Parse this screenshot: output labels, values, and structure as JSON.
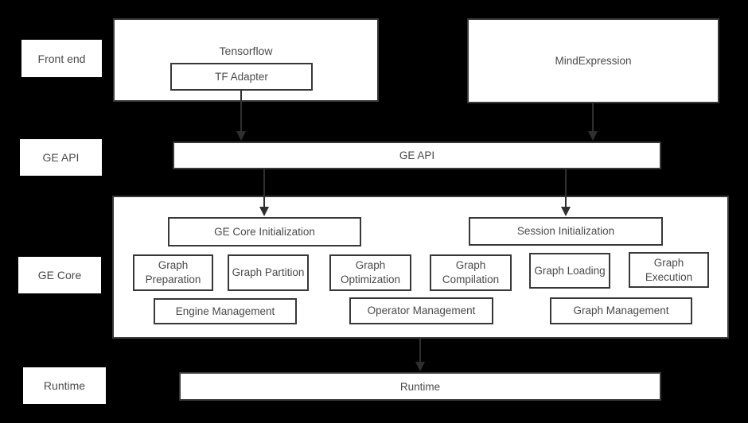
{
  "diagram": {
    "layers": [
      {
        "label": "Front end"
      },
      {
        "label": "GE API"
      },
      {
        "label": "GE Core"
      },
      {
        "label": "Runtime"
      }
    ],
    "frontend": {
      "tensorflow_label": "Tensorflow",
      "tf_adapter_label": "TF Adapter",
      "mindexpression_label": "MindExpression"
    },
    "ge_api": {
      "label": "GE API"
    },
    "ge_core": {
      "init_label": "GE Core Initialization",
      "session_label": "Session Initialization",
      "modules": [
        {
          "label": "Graph Preparation"
        },
        {
          "label": "Graph Partition"
        },
        {
          "label": "Graph Optimization"
        },
        {
          "label": "Graph Compilation"
        },
        {
          "label": "Graph Loading"
        },
        {
          "label": "Graph Execution"
        }
      ],
      "managers": [
        {
          "label": "Engine Management"
        },
        {
          "label": "Operator Management"
        },
        {
          "label": "Graph Management"
        }
      ]
    },
    "runtime": {
      "label": "Runtime"
    },
    "connections": [
      {
        "from": "TF Adapter",
        "to": "GE API"
      },
      {
        "from": "MindExpression",
        "to": "GE API"
      },
      {
        "from": "GE API",
        "to": "GE Core Initialization"
      },
      {
        "from": "GE API",
        "to": "Session Initialization"
      },
      {
        "from": "GE Core",
        "to": "Runtime"
      }
    ],
    "colors": {
      "background": "#000000",
      "box_fill": "#ffffff",
      "box_border": "#383838",
      "text": "#4a4a4a",
      "arrow": "#2f2f2f"
    }
  }
}
